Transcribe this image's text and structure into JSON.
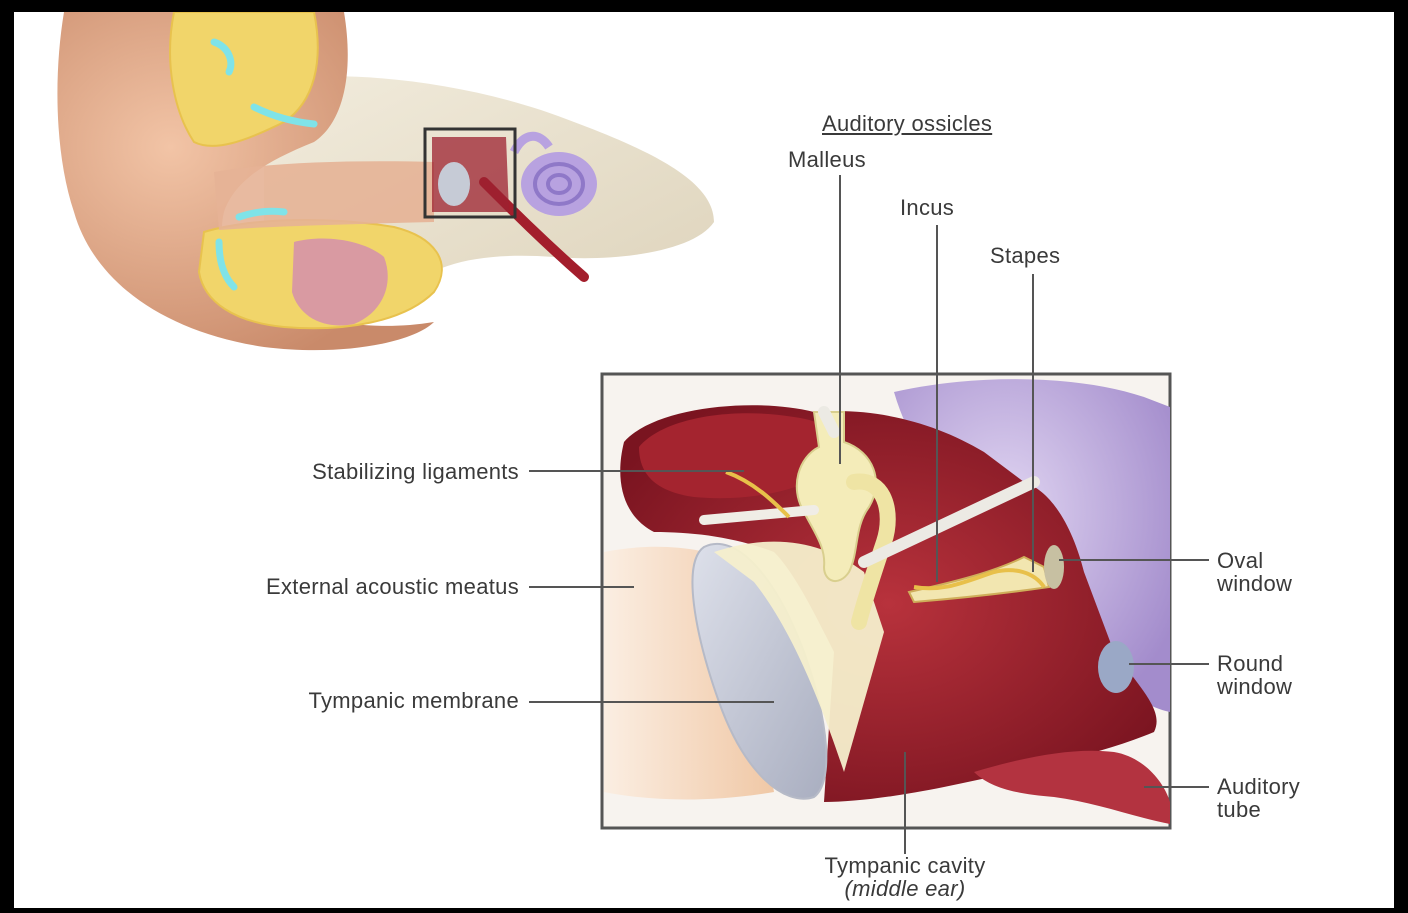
{
  "labels": {
    "auditory_ossicles": "Auditory ossicles",
    "malleus": "Malleus",
    "incus": "Incus",
    "stapes": "Stapes",
    "stabilizing_ligaments": "Stabilizing ligaments",
    "external_acoustic_meatus": "External acoustic meatus",
    "tympanic_membrane": "Tympanic membrane",
    "oval_window_line1": "Oval",
    "oval_window_line2": "window",
    "round_window_line1": "Round",
    "round_window_line2": "window",
    "auditory_tube_line1": "Auditory",
    "auditory_tube_line2": "tube",
    "tympanic_cavity_line1": "Tympanic cavity",
    "tympanic_cavity_line2": "(middle ear)"
  },
  "colors": {
    "skin": "#e2a888",
    "bone": "#e9dfc8",
    "cartilage_yellow": "#f2d66a",
    "mucosa_red": "#9b1f2a",
    "inner_ear_purple": "#b9a4dc",
    "ossicle_cream": "#f3eab8",
    "membrane_blue": "#c4c9d6",
    "leader_line": "#555555"
  }
}
